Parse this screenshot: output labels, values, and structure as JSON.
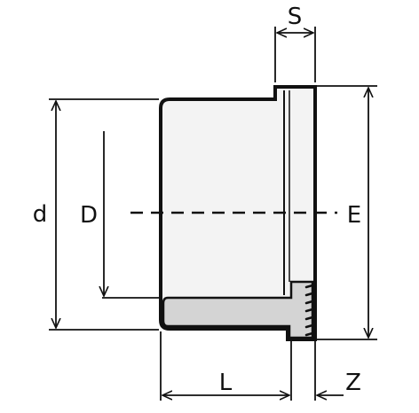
{
  "labels": {
    "s": "S",
    "d": "d",
    "d_inner": "D",
    "e": "E",
    "l": "L",
    "z": "Z"
  },
  "colors": {
    "outline": "#111111",
    "body_fill": "#f3f3f3",
    "section_fill": "#d4d4d4",
    "background": "#ffffff"
  }
}
